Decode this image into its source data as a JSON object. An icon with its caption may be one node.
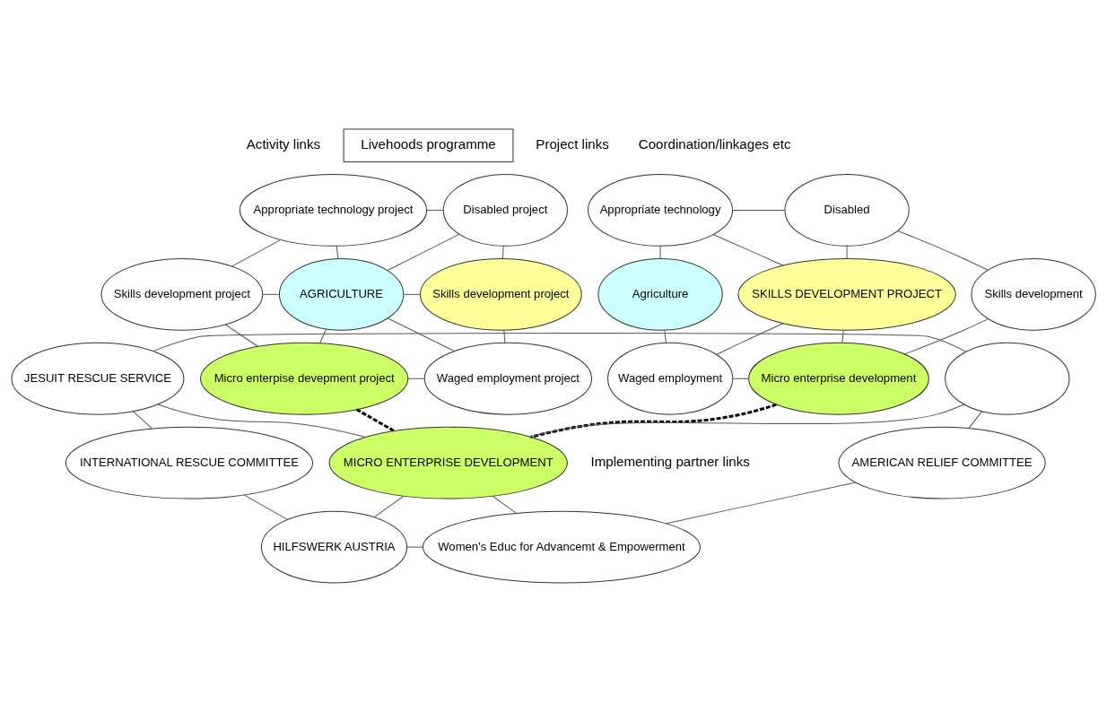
{
  "diagram": {
    "nodes": [
      {
        "text": [
          "Livehoods programme"
        ]
      },
      {
        "text": [
          "Appropriate technology project"
        ]
      },
      {
        "text": [
          "Disabled project"
        ]
      },
      {
        "text": [
          "Skills development project"
        ]
      },
      {
        "text": [
          "AGRICULTURE"
        ]
      },
      {
        "text": [
          "Skills development project"
        ]
      },
      {
        "text": [
          "Micro enterpise devepment project"
        ]
      },
      {
        "text": [
          "Waged employment project"
        ]
      },
      {
        "text": [
          "Appropriate technology"
        ]
      },
      {
        "text": [
          "Disabled"
        ]
      },
      {
        "text": [
          "Agriculture"
        ]
      },
      {
        "text": [
          "SKILLS DEVELOPMENT PROJECT"
        ]
      },
      {
        "text": [
          "Skills development"
        ]
      },
      {
        "text": [
          "Waged employment"
        ]
      },
      {
        "text": [
          "Micro enterprise development"
        ]
      },
      {
        "text": [
          "JESUIT RESCUE SERVICE"
        ]
      },
      {
        "text": [],
        "shape": "ellipse"
      },
      {
        "text": [
          "INTERNATIONAL RESCUE COMMITTEE"
        ]
      },
      {
        "text": [
          "MICRO ENTERPRISE DEVELOPMENT"
        ]
      },
      {
        "text": [
          "AMERICAN RELIEF COMMITTEE"
        ]
      },
      {
        "text": [
          "HILFSWERK AUSTRIA"
        ]
      },
      {
        "text": [
          "Women's Educ for Advancemt & Empowerment"
        ]
      }
    ],
    "edges": [
      {
        "from": 1,
        "to": 2,
        "arrow": "none"
      },
      {
        "from": 1,
        "to": 3,
        "arrow": "none"
      },
      {
        "from": 1,
        "to": 4,
        "arrow": "none"
      },
      {
        "from": 2,
        "to": 4,
        "arrow": "none"
      },
      {
        "from": 2,
        "to": 5,
        "arrow": "none"
      },
      {
        "from": 3,
        "to": 4,
        "arrow": "none"
      },
      {
        "from": 4,
        "to": 5,
        "arrow": "none"
      },
      {
        "from": 3,
        "to": 6,
        "arrow": "none"
      },
      {
        "from": 4,
        "to": 6,
        "arrow": "none"
      },
      {
        "from": 4,
        "to": 7,
        "arrow": "none"
      },
      {
        "from": 5,
        "to": 7,
        "arrow": "none"
      },
      {
        "from": 6,
        "to": 7,
        "arrow": "none"
      },
      {
        "from": 8,
        "to": 9,
        "arrow": "none"
      },
      {
        "from": 8,
        "to": 10,
        "arrow": "none"
      },
      {
        "from": 8,
        "to": 11,
        "arrow": "none"
      },
      {
        "from": 9,
        "to": 11,
        "arrow": "none"
      },
      {
        "from": 9,
        "to": 12,
        "arrow": "none"
      },
      {
        "from": 10,
        "to": 13,
        "arrow": "none"
      },
      {
        "from": 11,
        "to": 13,
        "arrow": "none"
      },
      {
        "from": 11,
        "to": 14,
        "arrow": "none"
      },
      {
        "from": 12,
        "to": 14,
        "arrow": "none"
      },
      {
        "from": 13,
        "to": 14,
        "arrow": "none"
      },
      {
        "from": 15,
        "to": 16,
        "arrow": "none"
      },
      {
        "from": 15,
        "to": 17,
        "arrow": "none"
      },
      {
        "from": 15,
        "to": 18,
        "arrow": "none"
      },
      {
        "from": 16,
        "to": 18,
        "arrow": "none"
      },
      {
        "from": 16,
        "to": 19,
        "arrow": "none"
      },
      {
        "from": 17,
        "to": 20,
        "arrow": "none"
      },
      {
        "from": 18,
        "to": 20,
        "arrow": "none"
      },
      {
        "from": 18,
        "to": 21,
        "arrow": "none"
      },
      {
        "from": 19,
        "to": 21,
        "arrow": "none"
      },
      {
        "from": 20,
        "to": 21,
        "arrow": "none"
      },
      {
        "from": 6,
        "to": 18,
        "arrow": "none",
        "style": "dashed",
        "color": "#000000"
      },
      {
        "from": 14,
        "to": 18,
        "arrow": "none",
        "style": "dashed",
        "color": "#000000"
      }
    ],
    "labels": [
      "Coordination/linkages etc",
      "Activity links",
      "Project links",
      "Implementing partner links"
    ]
  }
}
